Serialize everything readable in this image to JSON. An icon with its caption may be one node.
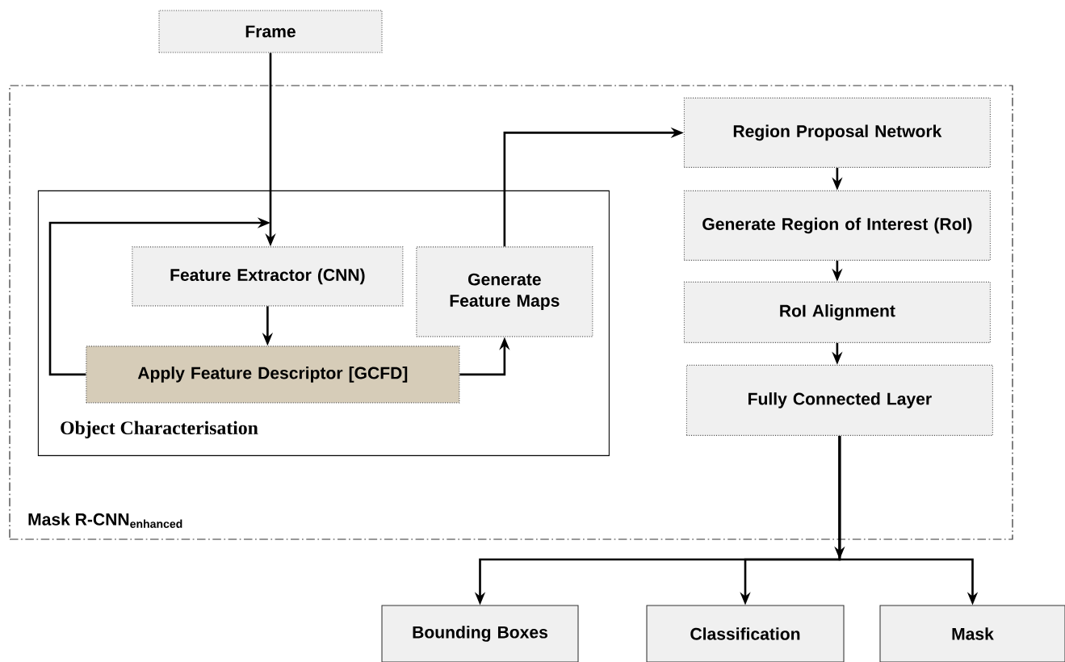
{
  "diagram": {
    "nodes": [
      {
        "text": [
          "Frame"
        ]
      },
      {
        "text": [
          "Mask R-CNN$_{enhanced}$"
        ]
      },
      {
        "text": [
          "Object Characterisation"
        ],
        "in": 1
      },
      {
        "text": [
          "Feature Extractor (CNN)"
        ],
        "in": 2
      },
      {
        "text": [
          "Generate Feature Maps"
        ],
        "in": 2
      },
      {
        "text": [
          "Apply Feature Descriptor [GCFD]"
        ],
        "in": 2
      },
      {
        "text": [
          "Region Proposal Network"
        ],
        "in": 1
      },
      {
        "text": [
          "Generate Region of Interest (RoI)"
        ],
        "in": 1
      },
      {
        "text": [
          "RoI Alignment"
        ],
        "in": 1
      },
      {
        "text": [
          "Fully Connected Layer"
        ],
        "in": 1
      },
      {
        "text": [
          "Bounding Boxes"
        ]
      },
      {
        "text": [
          "Classification"
        ]
      },
      {
        "text": [
          "Mask"
        ]
      }
    ],
    "edges": [
      {
        "from": 0,
        "to": 3,
        "arrow": "to"
      },
      {
        "from": 5,
        "to": 3,
        "arrow": "to"
      },
      {
        "from": 3,
        "to": 5,
        "arrow": "to"
      },
      {
        "from": 5,
        "to": 4,
        "arrow": "to"
      },
      {
        "from": 4,
        "to": 6,
        "arrow": "to"
      },
      {
        "from": 6,
        "to": 7,
        "arrow": "to"
      },
      {
        "from": 7,
        "to": 8,
        "arrow": "to"
      },
      {
        "from": 8,
        "to": 9,
        "arrow": "to"
      },
      {
        "from": 9,
        "to": 10,
        "arrow": "to"
      },
      {
        "from": 9,
        "to": 11,
        "arrow": "to"
      },
      {
        "from": 9,
        "to": 12,
        "arrow": "to"
      }
    ]
  }
}
